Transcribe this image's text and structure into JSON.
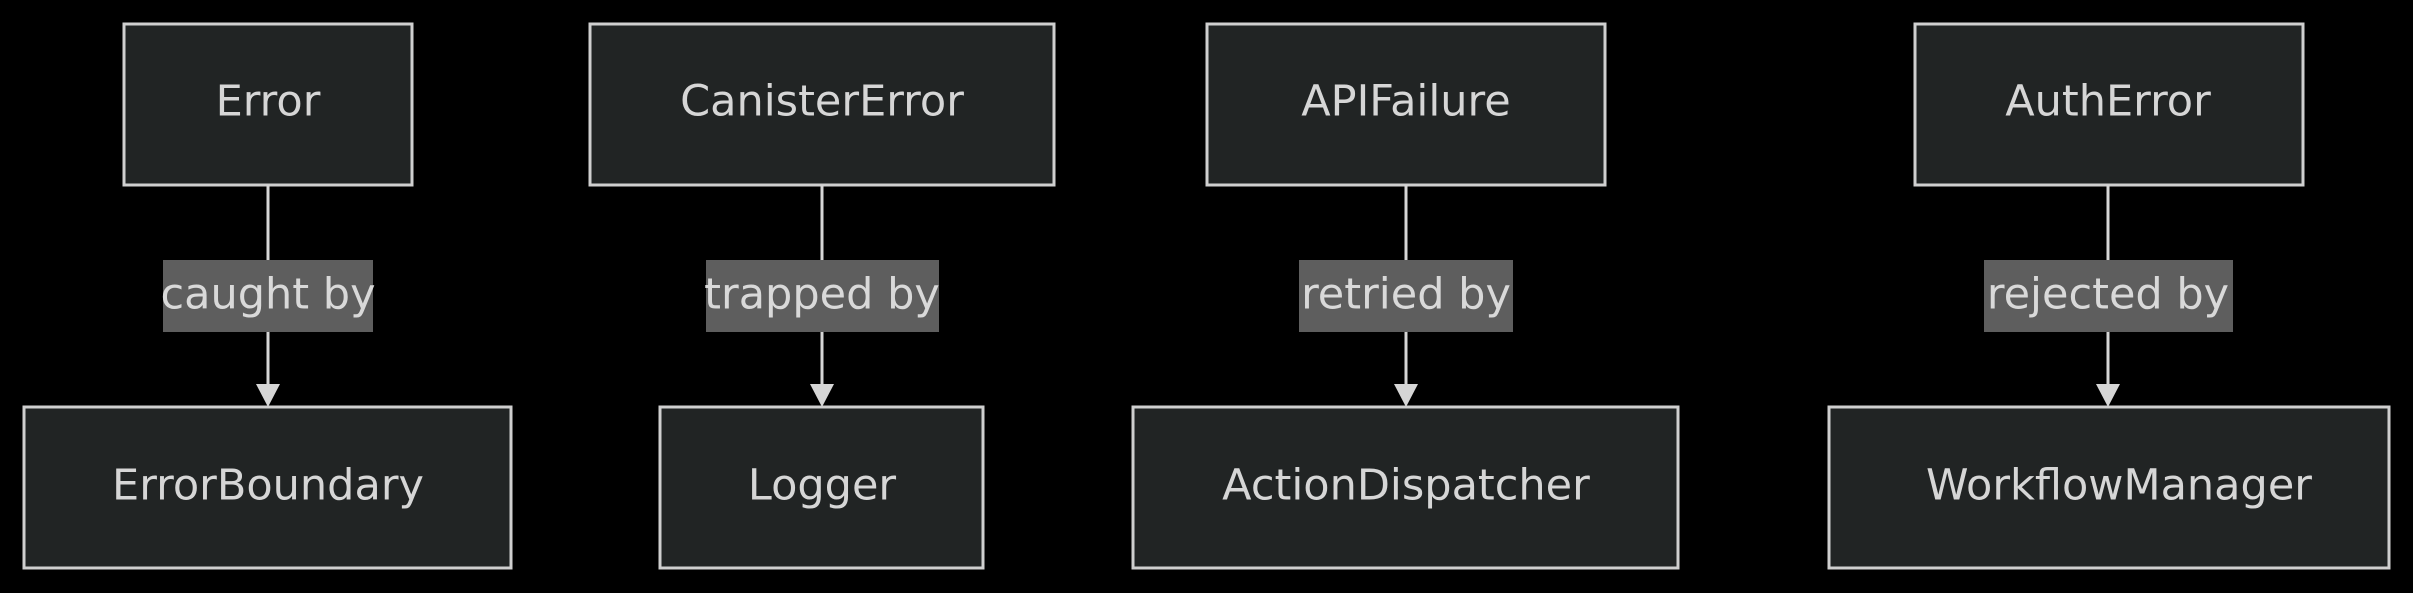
{
  "diagram": {
    "chains": [
      {
        "source": "Error",
        "label": "caught by",
        "target": "ErrorBoundary"
      },
      {
        "source": "CanisterError",
        "label": "trapped by",
        "target": "Logger"
      },
      {
        "source": "APIFailure",
        "label": "retried by",
        "target": "ActionDispatcher"
      },
      {
        "source": "AuthError",
        "label": "rejected by",
        "target": "WorkflowManager"
      }
    ],
    "colors": {
      "background": "#000000",
      "node_fill": "#212424",
      "node_stroke": "#cfcfcf",
      "text": "#d6d6d6",
      "label_fill": "#5e5e5e"
    }
  }
}
